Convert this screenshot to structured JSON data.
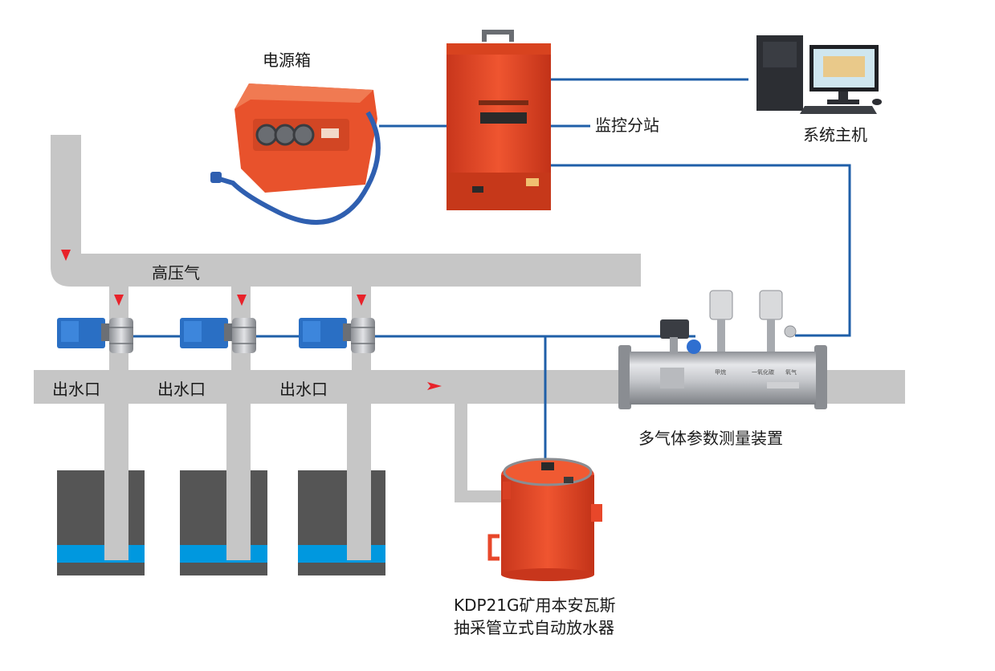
{
  "labels": {
    "power_box": "电源箱",
    "monitor_station": "监控分站",
    "system_host": "系统主机",
    "high_pressure_air": "高压气",
    "outlet_1": "出水口",
    "outlet_2": "出水口",
    "outlet_3": "出水口",
    "multi_gas_device": "多气体参数测量装置",
    "drainer_line1": "KDP21G矿用本安瓦斯",
    "drainer_line2": "抽采管立式自动放水器"
  },
  "device_plates": {
    "gas_texts": [
      "甲烷",
      "一氧化碳",
      "氧气"
    ]
  },
  "colors": {
    "pipe": "#c8c8c8",
    "pipe_dark": "#b8b8b8",
    "signal_line": "#1f5fa8",
    "flow_arrow": "#e8222a",
    "device_orange": "#e8472a",
    "well_dark": "#545454",
    "water_blue": "#0099e0",
    "valve_blue": "#2a6fc4",
    "steel": "#c9cbcf"
  }
}
